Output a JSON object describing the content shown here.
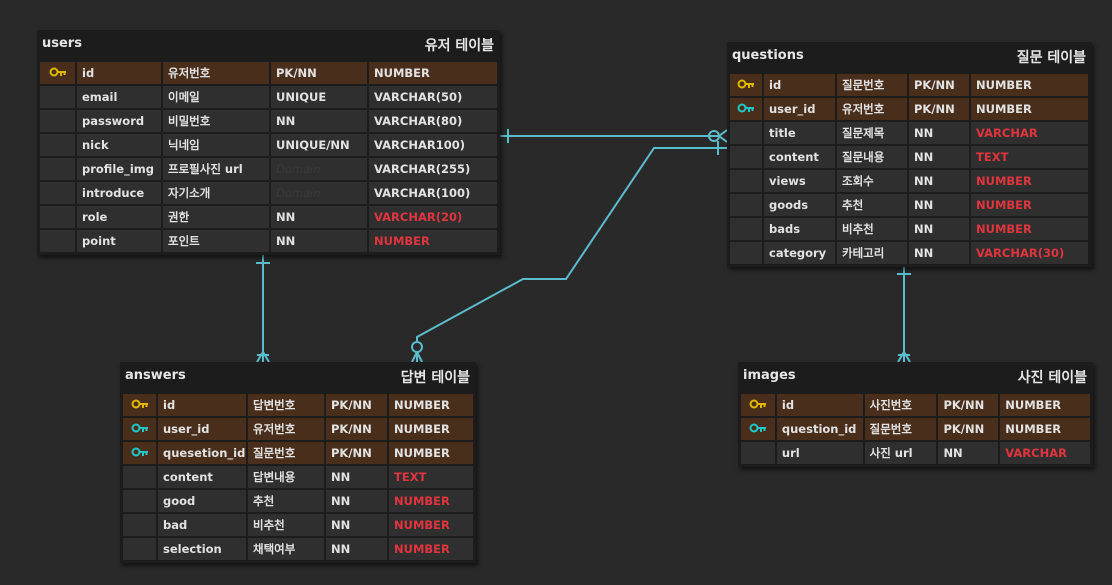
{
  "colors": {
    "background": "#292929",
    "table_bg": "#1c1c1c",
    "pk_row": "#4a2e1c",
    "row": "#2f2f2f",
    "pk_key": "#e1b800",
    "fk_key": "#1fc8c8",
    "red_type": "#e0353f",
    "connector": "#5bbccb"
  },
  "tables": {
    "users": {
      "name": "users",
      "comment": "유저 테이블",
      "columns": [
        {
          "key": "pk-key-icon",
          "name": "id",
          "desc": "유저번호",
          "constraint": "PK/NN",
          "type": "NUMBER",
          "red": false
        },
        {
          "key": "",
          "name": "email",
          "desc": "이메일",
          "constraint": "UNIQUE",
          "type": "VARCHAR(50)",
          "red": false
        },
        {
          "key": "",
          "name": "password",
          "desc": "비밀번호",
          "constraint": "NN",
          "type": "VARCHAR(80)",
          "red": false
        },
        {
          "key": "",
          "name": "nick",
          "desc": "닉네임",
          "constraint": "UNIQUE/NN",
          "type": "VARCHAR100)",
          "red": false
        },
        {
          "key": "",
          "name": "profile_img",
          "desc": "프로필사진 url",
          "constraint": "Domain",
          "type": "VARCHAR(255)",
          "red": false,
          "dim": true
        },
        {
          "key": "",
          "name": "introduce",
          "desc": "자기소개",
          "constraint": "Domain",
          "type": "VARCHAR(100)",
          "red": false,
          "dim": true
        },
        {
          "key": "",
          "name": "role",
          "desc": "권한",
          "constraint": "NN",
          "type": "VARCHAR(20)",
          "red": true
        },
        {
          "key": "",
          "name": "point",
          "desc": "포인트",
          "constraint": "NN",
          "type": "NUMBER",
          "red": true
        }
      ]
    },
    "questions": {
      "name": "questions",
      "comment": "질문 테이블",
      "columns": [
        {
          "key": "pk-key-icon",
          "name": "id",
          "desc": "질문번호",
          "constraint": "PK/NN",
          "type": "NUMBER",
          "red": false
        },
        {
          "key": "fk-key-icon",
          "name": "user_id",
          "desc": "유저번호",
          "constraint": "PK/NN",
          "type": "NUMBER",
          "red": false
        },
        {
          "key": "",
          "name": "title",
          "desc": "질문제목",
          "constraint": "NN",
          "type": "VARCHAR",
          "red": true
        },
        {
          "key": "",
          "name": "content",
          "desc": "질문내용",
          "constraint": "NN",
          "type": "TEXT",
          "red": true
        },
        {
          "key": "",
          "name": "views",
          "desc": "조회수",
          "constraint": "NN",
          "type": "NUMBER",
          "red": true
        },
        {
          "key": "",
          "name": "goods",
          "desc": "추천",
          "constraint": "NN",
          "type": "NUMBER",
          "red": true
        },
        {
          "key": "",
          "name": "bads",
          "desc": "비추천",
          "constraint": "NN",
          "type": "NUMBER",
          "red": true
        },
        {
          "key": "",
          "name": "category",
          "desc": "카테고리",
          "constraint": "NN",
          "type": "VARCHAR(30)",
          "red": true
        }
      ]
    },
    "answers": {
      "name": "answers",
      "comment": "답변 테이블",
      "columns": [
        {
          "key": "pk-key-icon",
          "name": "id",
          "desc": "답변번호",
          "constraint": "PK/NN",
          "type": "NUMBER",
          "red": false
        },
        {
          "key": "fk-key-icon",
          "name": "user_id",
          "desc": "유저번호",
          "constraint": "PK/NN",
          "type": "NUMBER",
          "red": false
        },
        {
          "key": "fk-key-icon",
          "name": "quesetion_id",
          "desc": "질문번호",
          "constraint": "PK/NN",
          "type": "NUMBER",
          "red": false
        },
        {
          "key": "",
          "name": "content",
          "desc": "답변내용",
          "constraint": "NN",
          "type": "TEXT",
          "red": true
        },
        {
          "key": "",
          "name": "good",
          "desc": "추천",
          "constraint": "NN",
          "type": "NUMBER",
          "red": true
        },
        {
          "key": "",
          "name": "bad",
          "desc": "비추천",
          "constraint": "NN",
          "type": "NUMBER",
          "red": true
        },
        {
          "key": "",
          "name": "selection",
          "desc": "채택여부",
          "constraint": "NN",
          "type": "NUMBER",
          "red": true
        }
      ]
    },
    "images": {
      "name": "images",
      "comment": "사진 테이블",
      "columns": [
        {
          "key": "pk-key-icon",
          "name": "id",
          "desc": "사진번호",
          "constraint": "PK/NN",
          "type": "NUMBER",
          "red": false
        },
        {
          "key": "fk-key-icon",
          "name": "question_id",
          "desc": "질문번호",
          "constraint": "PK/NN",
          "type": "NUMBER",
          "red": false
        },
        {
          "key": "",
          "name": "url",
          "desc": "사진 url",
          "constraint": "NN",
          "type": "VARCHAR",
          "red": true
        }
      ]
    }
  },
  "relationships": [
    {
      "from": "users",
      "to": "questions",
      "from_end": "one",
      "to_end": "zero-or-many"
    },
    {
      "from": "questions",
      "to": "answers",
      "from_end": "one",
      "to_end": "zero-or-many"
    },
    {
      "from": "users",
      "to": "answers",
      "from_end": "one",
      "to_end": "many"
    },
    {
      "from": "questions",
      "to": "images",
      "from_end": "one",
      "to_end": "many"
    }
  ]
}
